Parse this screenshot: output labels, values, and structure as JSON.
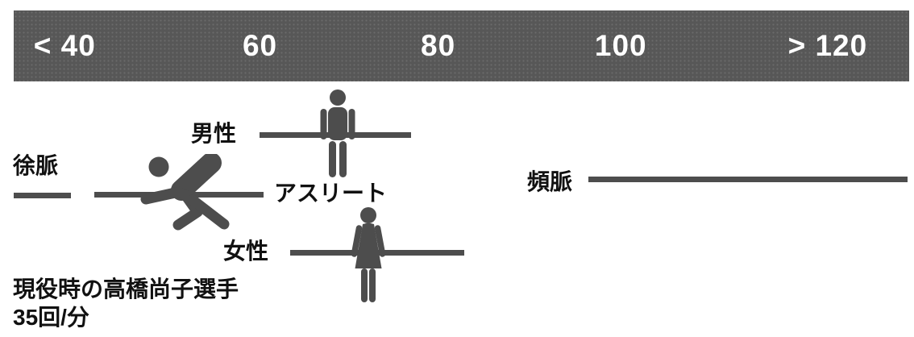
{
  "figure": {
    "scale_labels": [
      "< 40",
      "60",
      "80",
      "100",
      "> 120"
    ],
    "labels": {
      "bradycardia": "徐脈",
      "male": "男性",
      "athlete": "アスリート",
      "female": "女性",
      "tachycardia": "頻脈"
    },
    "caption": {
      "line1": "現役時の高橋尚子選手",
      "line2": "35回/分"
    }
  },
  "colors": {
    "bar": "#4d4d4d",
    "scale_background": "#575757",
    "scale_text": "#ffffff",
    "label_text": "#111111"
  },
  "icons": [
    "male-figure-icon",
    "runner-icon",
    "female-figure-icon"
  ],
  "chart_data": {
    "type": "bar",
    "subtype": "horizontal-range-pictogram",
    "title": "",
    "xlabel": "",
    "ylabel": "",
    "x_axis": {
      "tick_labels": [
        "< 40",
        "60",
        "80",
        "100",
        "> 120"
      ],
      "tick_values_bpm": [
        40,
        60,
        80,
        100,
        120
      ],
      "unit": "回/分",
      "range_shown_bpm": [
        32,
        132
      ]
    },
    "legend_position": "none",
    "grid": false,
    "series": [
      {
        "key": "bradycardia",
        "name": "徐脈",
        "range": [
          32.6,
          39.0
        ]
      },
      {
        "key": "athlete",
        "name": "アスリート",
        "range": [
          41.6,
          60.4
        ]
      },
      {
        "key": "male",
        "name": "男性",
        "range": [
          59.9,
          76.7
        ]
      },
      {
        "key": "female",
        "name": "女性",
        "range": [
          63.3,
          82.6
        ]
      },
      {
        "key": "tachycardia",
        "name": "頻脈",
        "range": [
          96.4,
          131.9
        ]
      }
    ],
    "annotation": {
      "text": "現役時の高橋尚子選手 35回/分",
      "value_bpm": 35
    }
  }
}
